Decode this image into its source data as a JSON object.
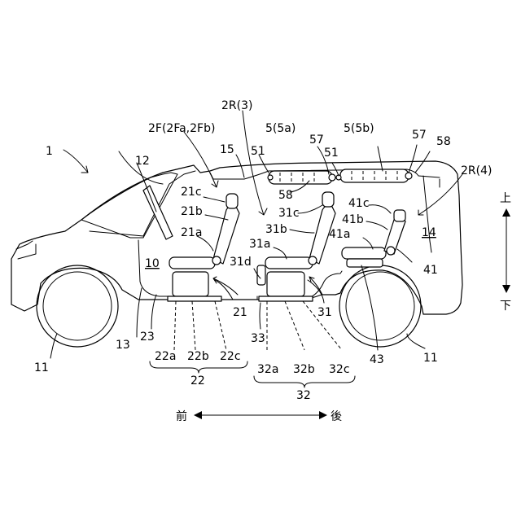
{
  "labels": {
    "ref_1": "1",
    "ref_2R3": "2R(3)",
    "ref_2F": "2F(2Fa,2Fb)",
    "ref_5a": "5(5a)",
    "ref_5b": "5(5b)",
    "ref_15": "15",
    "ref_12": "12",
    "ref_51_left": "51",
    "ref_57_left": "57",
    "ref_51_right": "51",
    "ref_57_right": "57",
    "ref_58_right": "58",
    "ref_2R4": "2R(4)",
    "ref_21c": "21c",
    "ref_58_mid": "58",
    "ref_31c": "31c",
    "ref_41c": "41c",
    "ref_21b": "21b",
    "ref_41b": "41b",
    "ref_31b": "31b",
    "ref_14": "14",
    "ref_21a": "21a",
    "ref_41a": "41a",
    "ref_31a": "31a",
    "ref_10": "10",
    "ref_31d": "31d",
    "ref_41": "41",
    "ref_21": "21",
    "ref_31": "31",
    "ref_13": "13",
    "ref_23": "23",
    "ref_33": "33",
    "ref_43": "43",
    "ref_11_left": "11",
    "ref_11_right": "11",
    "ref_22a": "22a",
    "ref_22b": "22b",
    "ref_22c": "22c",
    "ref_22": "22",
    "ref_32a": "32a",
    "ref_32b": "32b",
    "ref_32c": "32c",
    "ref_32": "32",
    "dir_up": "上",
    "dir_down": "下",
    "dir_front": "前",
    "dir_rear": "後"
  }
}
